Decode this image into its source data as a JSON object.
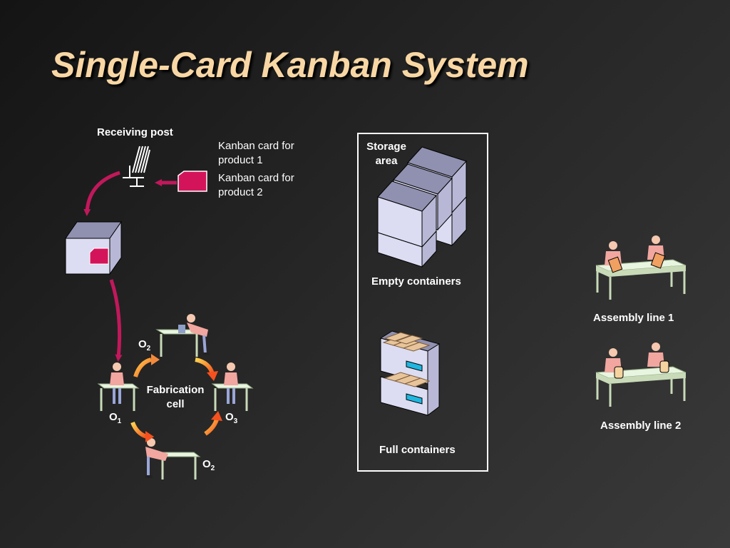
{
  "slide": {
    "title": "Single-Card Kanban System"
  },
  "labels": {
    "receiving_post": "Receiving post",
    "kanban_card_1_line1": "Kanban card for",
    "kanban_card_1_line2": "product 1",
    "kanban_card_2_line1": "Kanban card for",
    "kanban_card_2_line2": "product 2",
    "storage_line1": "Storage",
    "storage_line2": "area",
    "empty_containers": "Empty containers",
    "full_containers": "Full containers",
    "fabrication_line1": "Fabrication",
    "fabrication_line2": "cell",
    "assembly_line_1": "Assembly line 1",
    "assembly_line_2": "Assembly line 2",
    "operator_letter": "O",
    "o1_sub": "1",
    "o2_sub": "2",
    "o3_sub": "3"
  },
  "colors": {
    "title": "#f9d7a4",
    "kanban_card": "#d4145a",
    "flow_arrow": "#c2185b",
    "container_face": "#dcdcf2",
    "cycle_arrow_start": "#ffd54f",
    "cycle_arrow_end": "#f4511e"
  }
}
